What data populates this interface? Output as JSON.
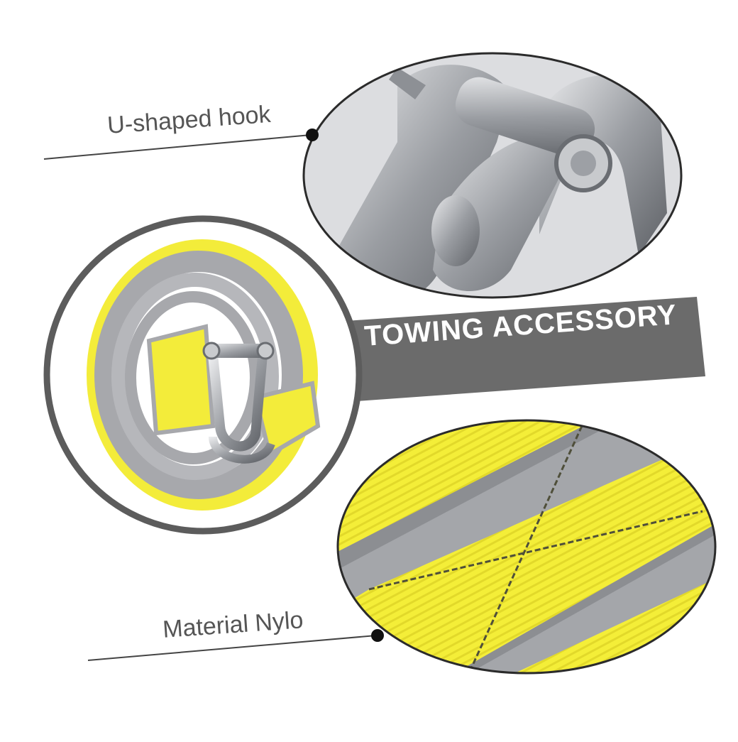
{
  "banner": {
    "text": "TOWING ACCESSORY",
    "color": "#6b6b6b"
  },
  "callouts": [
    {
      "label": "U-shaped hook"
    },
    {
      "label": "Material Nylo"
    }
  ],
  "colors": {
    "strap_yellow": "#f3ec3a",
    "strap_gray": "#a7a8ac",
    "metal": "#b9bcc0",
    "frame": "#5c5c5c"
  },
  "icons": [
    "shackle-icon",
    "strap-coil-icon"
  ]
}
